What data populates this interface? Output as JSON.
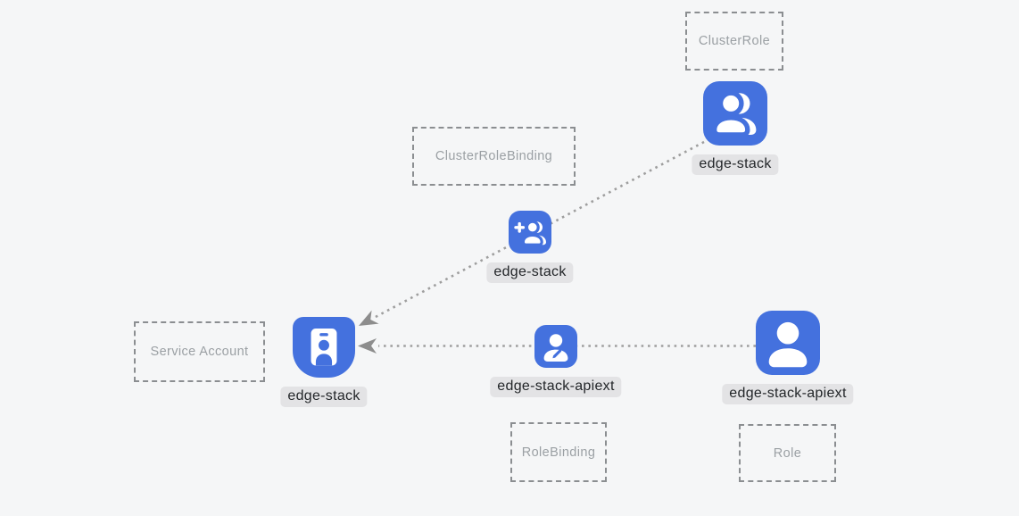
{
  "palette": {
    "canvas-bg": "#f5f6f7",
    "node-blue": "#4471de",
    "label-bg": "#e3e3e5",
    "label-text": "#232629",
    "dashed-border": "#8b8e91",
    "dashed-text": "#9ba0a4",
    "edge-color": "#9e9e9e",
    "arrow-color": "#8d8d8d"
  },
  "type_boxes": [
    {
      "id": "cluster-role",
      "label": "ClusterRole"
    },
    {
      "id": "cluster-role-binding",
      "label": "ClusterRoleBinding"
    },
    {
      "id": "service-account",
      "label": "Service Account"
    },
    {
      "id": "role-binding",
      "label": "RoleBinding"
    },
    {
      "id": "role",
      "label": "Role"
    }
  ],
  "nodes": [
    {
      "id": "clusterrole-edge-stack",
      "label": "edge-stack",
      "icon": "users-icon",
      "resource_type": "ClusterRole"
    },
    {
      "id": "clusterrolebinding-edge-stack",
      "label": "edge-stack",
      "icon": "user-plus-icon",
      "resource_type": "ClusterRoleBinding"
    },
    {
      "id": "serviceaccount-edge-stack",
      "label": "edge-stack",
      "icon": "id-badge-icon",
      "resource_type": "Service Account"
    },
    {
      "id": "rolebinding-edge-stack-apiext",
      "label": "edge-stack-apiext",
      "icon": "user-edit-icon",
      "resource_type": "RoleBinding"
    },
    {
      "id": "role-edge-stack-apiext",
      "label": "edge-stack-apiext",
      "icon": "user-icon",
      "resource_type": "Role"
    }
  ],
  "edges": [
    {
      "from": "clusterrole-edge-stack",
      "via": "clusterrolebinding-edge-stack",
      "to": "serviceaccount-edge-stack",
      "style": "dotted",
      "arrow": "to"
    },
    {
      "from": "role-edge-stack-apiext",
      "via": "rolebinding-edge-stack-apiext",
      "to": "serviceaccount-edge-stack",
      "style": "dotted",
      "arrow": "to"
    }
  ]
}
